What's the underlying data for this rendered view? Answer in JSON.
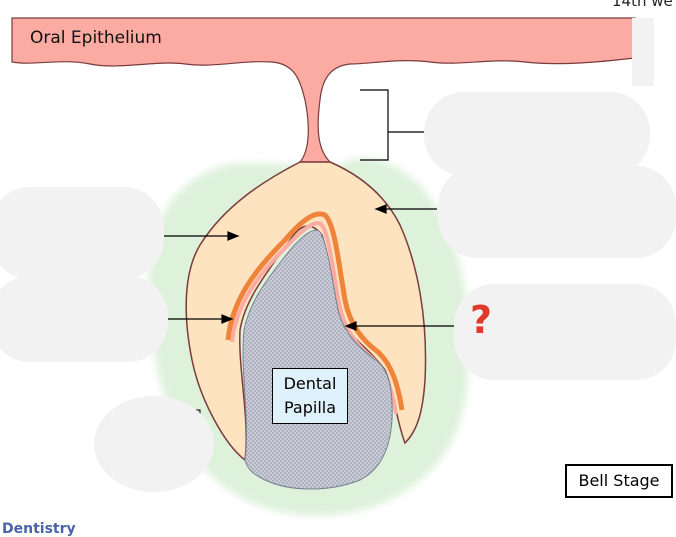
{
  "diagram": {
    "stage_label": "Bell Stage",
    "oral_epithelium_label": "Oral Epithelium",
    "dental_papilla_label": "Dental Papilla",
    "dental_papilla_lines": [
      "Dental",
      "Papilla"
    ],
    "question_mark": "?",
    "corner_text": "14th we",
    "footer_text": "Dentistry"
  },
  "colors": {
    "epithelium_fill": "#fbaba2",
    "enamel_organ_fill": "#fde3bf",
    "outline": "#7a3b3b",
    "follicle_halo": "#d8efd5",
    "papilla_fill": "#b8bcc8",
    "papilla_label_bg": "#dff1fb",
    "inner_layer_orange": "#f0833a",
    "question_mark_red": "#e03a2c",
    "answer_cover": "#f2f2f2"
  }
}
